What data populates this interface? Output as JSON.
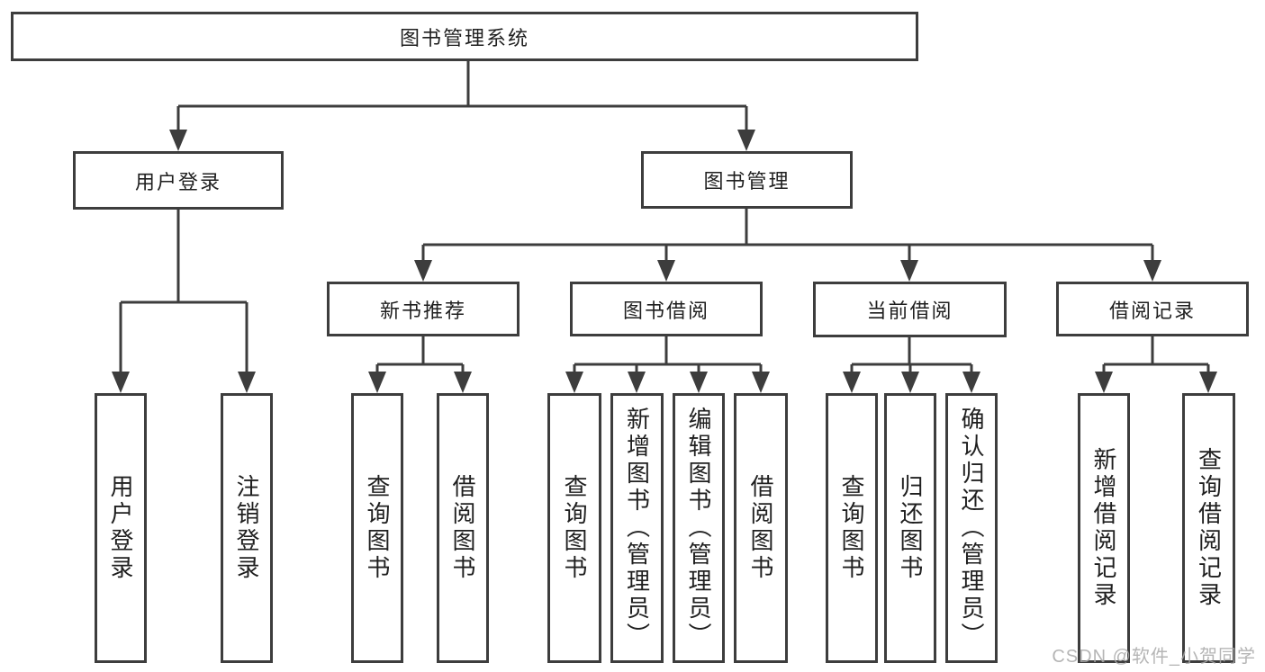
{
  "diagram": {
    "type": "functional-decomposition-tree",
    "background": "#ffffff",
    "line_color": "#3d3d3d",
    "box_border_color": "#3d3d3d",
    "text_color": "#1f1f1f"
  },
  "nodes": {
    "root": {
      "label": "图书管理系统"
    },
    "user_login": {
      "label": "用户登录"
    },
    "book_mgmt": {
      "label": "图书管理"
    },
    "new_book_rec": {
      "label": "新书推荐"
    },
    "book_borrow": {
      "label": "图书借阅"
    },
    "current_borrow": {
      "label": "当前借阅"
    },
    "borrow_records": {
      "label": "借阅记录"
    },
    "leaf_user_login": {
      "label": "用户登录"
    },
    "leaf_logout": {
      "label": "注销登录"
    },
    "leaf_query_books_1": {
      "label": "查询图书"
    },
    "leaf_borrow_books_1": {
      "label": "借阅图书"
    },
    "leaf_query_books_2": {
      "label": "查询图书"
    },
    "leaf_add_books": {
      "label": "新增图书（管理员）"
    },
    "leaf_edit_books": {
      "label": "编辑图书（管理员）"
    },
    "leaf_borrow_books_2": {
      "label": "借阅图书"
    },
    "leaf_query_books_3": {
      "label": "查询图书"
    },
    "leaf_return_books": {
      "label": "归还图书"
    },
    "leaf_confirm_return": {
      "label": "确认归还（管理员）"
    },
    "leaf_add_record": {
      "label": "新增借阅记录"
    },
    "leaf_query_record": {
      "label": "查询借阅记录"
    }
  },
  "hierarchy": {
    "图书管理系统": {
      "用户登录": [
        "用户登录",
        "注销登录"
      ],
      "图书管理": {
        "新书推荐": [
          "查询图书",
          "借阅图书"
        ],
        "图书借阅": [
          "查询图书",
          "新增图书（管理员）",
          "编辑图书（管理员）",
          "借阅图书"
        ],
        "当前借阅": [
          "查询图书",
          "归还图书",
          "确认归还（管理员）"
        ],
        "借阅记录": [
          "新增借阅记录",
          "查询借阅记录"
        ]
      }
    }
  },
  "watermark": {
    "text": "CSDN @软件_小贺同学",
    "color": "#a9a9a9"
  }
}
